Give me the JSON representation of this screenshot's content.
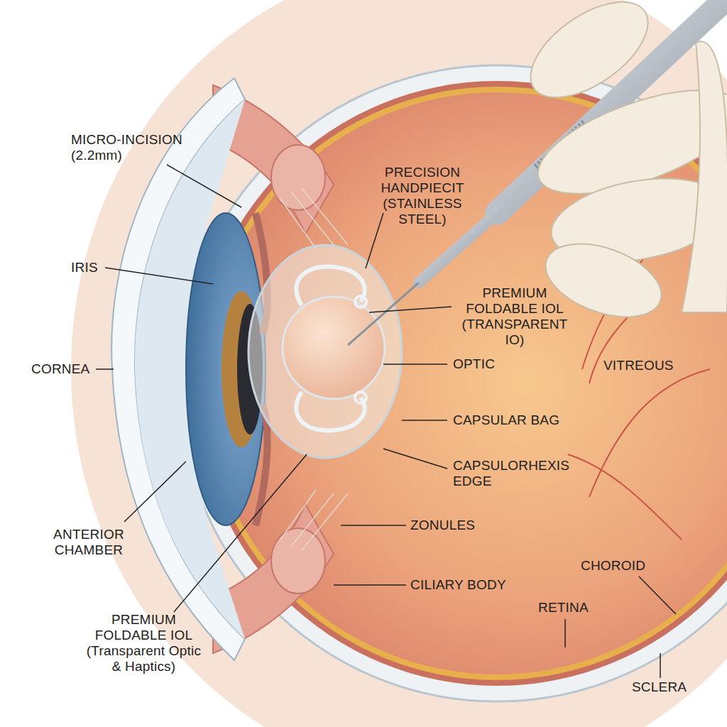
{
  "diagram": {
    "labels": [
      "MICRO-INCISION (2.2mm)",
      "IRIS",
      "CORNEA",
      "ANTERIOR CHAMBER",
      "PREMIUM FOLDABLE IOL (Transparent Optic & Haptics)",
      "PRECISION HANDPIECIT (STAINLESS STEEL)",
      "PREMIUM FOLDABLE IOL (TRANSPARENT IO)",
      "OPTIC",
      "VITREOUS",
      "CAPSULAR BAG",
      "CAPSULORHEXIS EDGE",
      "ZONULES",
      "CILIARY BODY",
      "CHOROID",
      "RETINA",
      "SCLERA"
    ]
  }
}
